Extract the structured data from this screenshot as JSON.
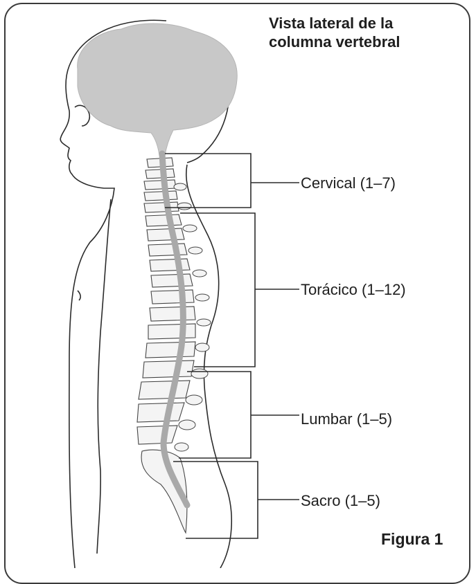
{
  "title_line1": "Vista lateral de la",
  "title_line2": "columna vertebral",
  "regions": {
    "cervical": "Cervical (1–7)",
    "toracico": "Torácico (1–12)",
    "lumbar": "Lumbar (1–5)",
    "sacro": "Sacro (1–5)"
  },
  "figure_label": "Figura 1",
  "colors": {
    "outline": "#2b2b2b",
    "brain": "#c8c8c8",
    "spinal_cord": "#a9a9a9"
  }
}
